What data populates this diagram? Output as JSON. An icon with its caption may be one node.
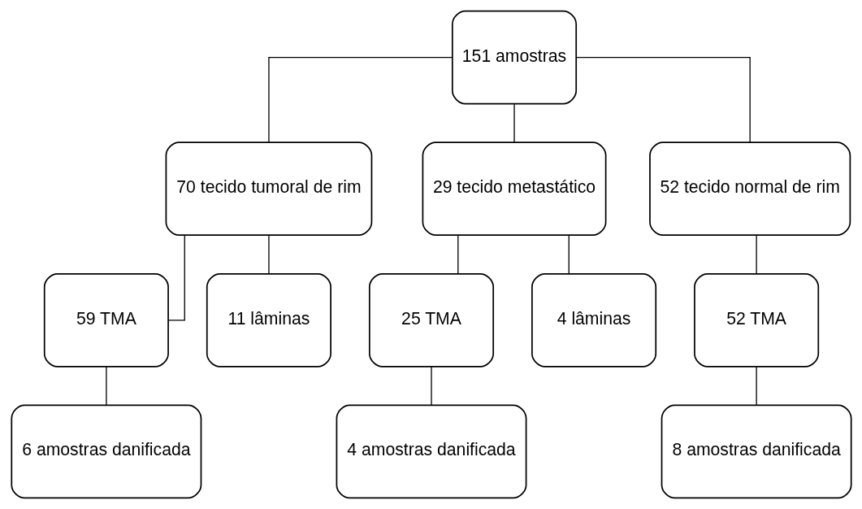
{
  "diagram": {
    "nodes": [
      {
        "text": [
          "151 amostras"
        ]
      },
      {
        "text": [
          "70 tecido tumoral de rim"
        ]
      },
      {
        "text": [
          "29 tecido metastático"
        ]
      },
      {
        "text": [
          "52 tecido normal de rim"
        ]
      },
      {
        "text": [
          "59 TMA"
        ]
      },
      {
        "text": [
          "11 lâminas"
        ]
      },
      {
        "text": [
          "25 TMA"
        ]
      },
      {
        "text": [
          "4 lâminas"
        ]
      },
      {
        "text": [
          "52 TMA"
        ]
      },
      {
        "text": [
          "6 amostras danificada"
        ]
      },
      {
        "text": [
          "4 amostras danificada"
        ]
      },
      {
        "text": [
          "8 amostras danificada"
        ]
      }
    ],
    "edges": [
      {
        "from": 0,
        "to": 1,
        "arrow": "none"
      },
      {
        "from": 0,
        "to": 2,
        "arrow": "none"
      },
      {
        "from": 0,
        "to": 3,
        "arrow": "none"
      },
      {
        "from": 1,
        "to": 4,
        "arrow": "none"
      },
      {
        "from": 1,
        "to": 5,
        "arrow": "none"
      },
      {
        "from": 2,
        "to": 6,
        "arrow": "none"
      },
      {
        "from": 2,
        "to": 7,
        "arrow": "none"
      },
      {
        "from": 3,
        "to": 8,
        "arrow": "none"
      },
      {
        "from": 4,
        "to": 9,
        "arrow": "none"
      },
      {
        "from": 6,
        "to": 10,
        "arrow": "none"
      },
      {
        "from": 8,
        "to": 11,
        "arrow": "none"
      }
    ]
  }
}
